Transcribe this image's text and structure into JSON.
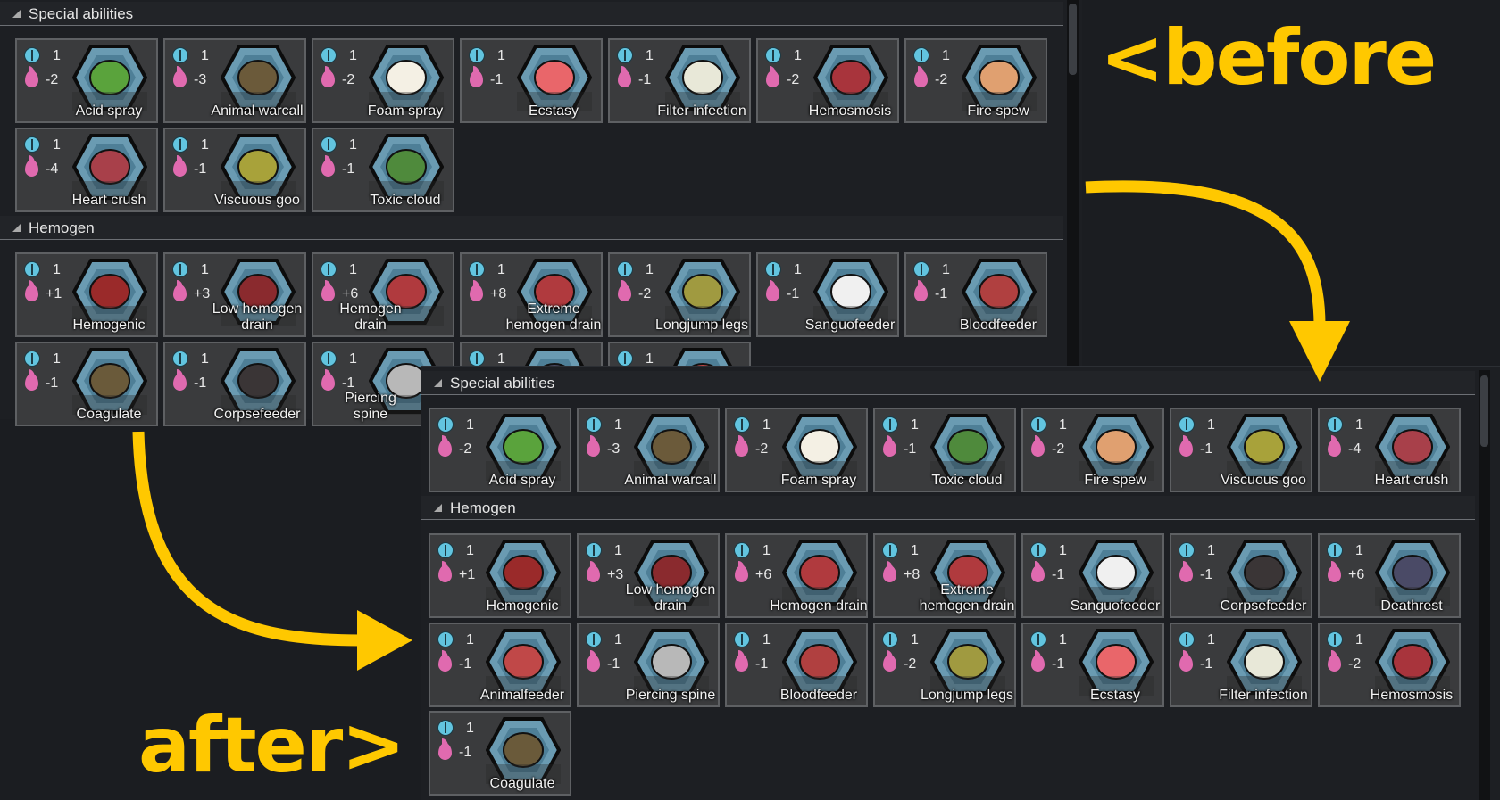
{
  "before": {
    "sections": [
      {
        "title": "Special abilities",
        "items": [
          {
            "label": "Acid spray",
            "complexity": "1",
            "metabolism": "-2",
            "icon": "acid-spray",
            "color": "#5aa33c"
          },
          {
            "label": "Animal warcall",
            "complexity": "1",
            "metabolism": "-3",
            "icon": "animal-warcall",
            "color": "#6b5a3a"
          },
          {
            "label": "Foam spray",
            "complexity": "1",
            "metabolism": "-2",
            "icon": "foam-spray",
            "color": "#f4f0e4"
          },
          {
            "label": "Ecstasy",
            "complexity": "1",
            "metabolism": "-1",
            "icon": "ecstasy",
            "color": "#e9666a"
          },
          {
            "label": "Filter infection",
            "complexity": "1",
            "metabolism": "-1",
            "icon": "filter-infection",
            "color": "#e8e8d8"
          },
          {
            "label": "Hemosmosis",
            "complexity": "1",
            "metabolism": "-2",
            "icon": "hemosmosis",
            "color": "#a8343c"
          },
          {
            "label": "Fire spew",
            "complexity": "1",
            "metabolism": "-2",
            "icon": "fire-spew",
            "color": "#e0a070"
          },
          {
            "label": "Heart crush",
            "complexity": "1",
            "metabolism": "-4",
            "icon": "heart-crush",
            "color": "#a8404a"
          },
          {
            "label": "Viscuous goo",
            "complexity": "1",
            "metabolism": "-1",
            "icon": "viscuous-goo",
            "color": "#a8a23a"
          },
          {
            "label": "Toxic cloud",
            "complexity": "1",
            "metabolism": "-1",
            "icon": "toxic-cloud",
            "color": "#4f8a3c"
          }
        ]
      },
      {
        "title": "Hemogen",
        "items": [
          {
            "label": "Hemogenic",
            "complexity": "1",
            "metabolism": "+1",
            "icon": "hemogenic",
            "color": "#9a2a2a"
          },
          {
            "label": "Low hemogen drain",
            "complexity": "1",
            "metabolism": "+3",
            "icon": "low-hemogen-drain",
            "color": "#8a2a2e"
          },
          {
            "label": "Hemogen drain",
            "complexity": "1",
            "metabolism": "+6",
            "icon": "hemogen-drain",
            "color": "#b03a3e"
          },
          {
            "label": "Extreme hemogen drain",
            "complexity": "1",
            "metabolism": "+8",
            "icon": "extreme-hemogen-drain",
            "color": "#b03a3e"
          },
          {
            "label": "Longjump legs",
            "complexity": "1",
            "metabolism": "-2",
            "icon": "longjump-legs",
            "color": "#a09a40"
          },
          {
            "label": "Sanguofeeder",
            "complexity": "1",
            "metabolism": "-1",
            "icon": "sanguofeeder",
            "color": "#f0f0f0"
          },
          {
            "label": "Bloodfeeder",
            "complexity": "1",
            "metabolism": "-1",
            "icon": "bloodfeeder",
            "color": "#b04040"
          },
          {
            "label": "Coagulate",
            "complexity": "1",
            "metabolism": "-1",
            "icon": "coagulate",
            "color": "#6a5a3a"
          },
          {
            "label": "Corpsefeeder",
            "complexity": "1",
            "metabolism": "-1",
            "icon": "corpsefeeder",
            "color": "#3a3536"
          },
          {
            "label": "Piercing spine",
            "complexity": "1",
            "metabolism": "-1",
            "icon": "piercing-spine",
            "color": "#b8b8b8"
          },
          {
            "label": "",
            "complexity": "1",
            "metabolism": "",
            "icon": "deathrest",
            "color": "#4a4a66"
          },
          {
            "label": "",
            "complexity": "1",
            "metabolism": "",
            "icon": "animalfeeder",
            "color": "#c04848"
          }
        ]
      }
    ]
  },
  "after": {
    "sections": [
      {
        "title": "Special abilities",
        "items": [
          {
            "label": "Acid spray",
            "complexity": "1",
            "metabolism": "-2",
            "icon": "acid-spray",
            "color": "#5aa33c"
          },
          {
            "label": "Animal warcall",
            "complexity": "1",
            "metabolism": "-3",
            "icon": "animal-warcall",
            "color": "#6b5a3a"
          },
          {
            "label": "Foam spray",
            "complexity": "1",
            "metabolism": "-2",
            "icon": "foam-spray",
            "color": "#f4f0e4"
          },
          {
            "label": "Toxic cloud",
            "complexity": "1",
            "metabolism": "-1",
            "icon": "toxic-cloud",
            "color": "#4f8a3c"
          },
          {
            "label": "Fire spew",
            "complexity": "1",
            "metabolism": "-2",
            "icon": "fire-spew",
            "color": "#e0a070"
          },
          {
            "label": "Viscuous goo",
            "complexity": "1",
            "metabolism": "-1",
            "icon": "viscuous-goo",
            "color": "#a8a23a"
          },
          {
            "label": "Heart crush",
            "complexity": "1",
            "metabolism": "-4",
            "icon": "heart-crush",
            "color": "#a8404a"
          }
        ]
      },
      {
        "title": "Hemogen",
        "items": [
          {
            "label": "Hemogenic",
            "complexity": "1",
            "metabolism": "+1",
            "icon": "hemogenic",
            "color": "#9a2a2a"
          },
          {
            "label": "Low hemogen drain",
            "complexity": "1",
            "metabolism": "+3",
            "icon": "low-hemogen-drain",
            "color": "#8a2a2e"
          },
          {
            "label": "Hemogen drain",
            "complexity": "1",
            "metabolism": "+6",
            "icon": "hemogen-drain",
            "color": "#b03a3e"
          },
          {
            "label": "Extreme hemogen drain",
            "complexity": "1",
            "metabolism": "+8",
            "icon": "extreme-hemogen-drain",
            "color": "#b03a3e"
          },
          {
            "label": "Sanguofeeder",
            "complexity": "1",
            "metabolism": "-1",
            "icon": "sanguofeeder",
            "color": "#f0f0f0"
          },
          {
            "label": "Corpsefeeder",
            "complexity": "1",
            "metabolism": "-1",
            "icon": "corpsefeeder",
            "color": "#3a3536"
          },
          {
            "label": "Deathrest",
            "complexity": "1",
            "metabolism": "+6",
            "icon": "deathrest",
            "color": "#4a4a66"
          },
          {
            "label": "Animalfeeder",
            "complexity": "1",
            "metabolism": "-1",
            "icon": "animalfeeder",
            "color": "#c04848"
          },
          {
            "label": "Piercing spine",
            "complexity": "1",
            "metabolism": "-1",
            "icon": "piercing-spine",
            "color": "#b8b8b8"
          },
          {
            "label": "Bloodfeeder",
            "complexity": "1",
            "metabolism": "-1",
            "icon": "bloodfeeder",
            "color": "#b04040"
          },
          {
            "label": "Longjump legs",
            "complexity": "1",
            "metabolism": "-2",
            "icon": "longjump-legs",
            "color": "#a09a40"
          },
          {
            "label": "Ecstasy",
            "complexity": "1",
            "metabolism": "-1",
            "icon": "ecstasy",
            "color": "#e9666a"
          },
          {
            "label": "Filter infection",
            "complexity": "1",
            "metabolism": "-1",
            "icon": "filter-infection",
            "color": "#e8e8d8"
          },
          {
            "label": "Hemosmosis",
            "complexity": "1",
            "metabolism": "-2",
            "icon": "hemosmosis",
            "color": "#a8343c"
          },
          {
            "label": "Coagulate",
            "complexity": "1",
            "metabolism": "-1",
            "icon": "coagulate",
            "color": "#6a5a3a"
          }
        ]
      }
    ]
  },
  "annotations": {
    "before": "<before",
    "after": "after>",
    "color": "#ffc800"
  }
}
